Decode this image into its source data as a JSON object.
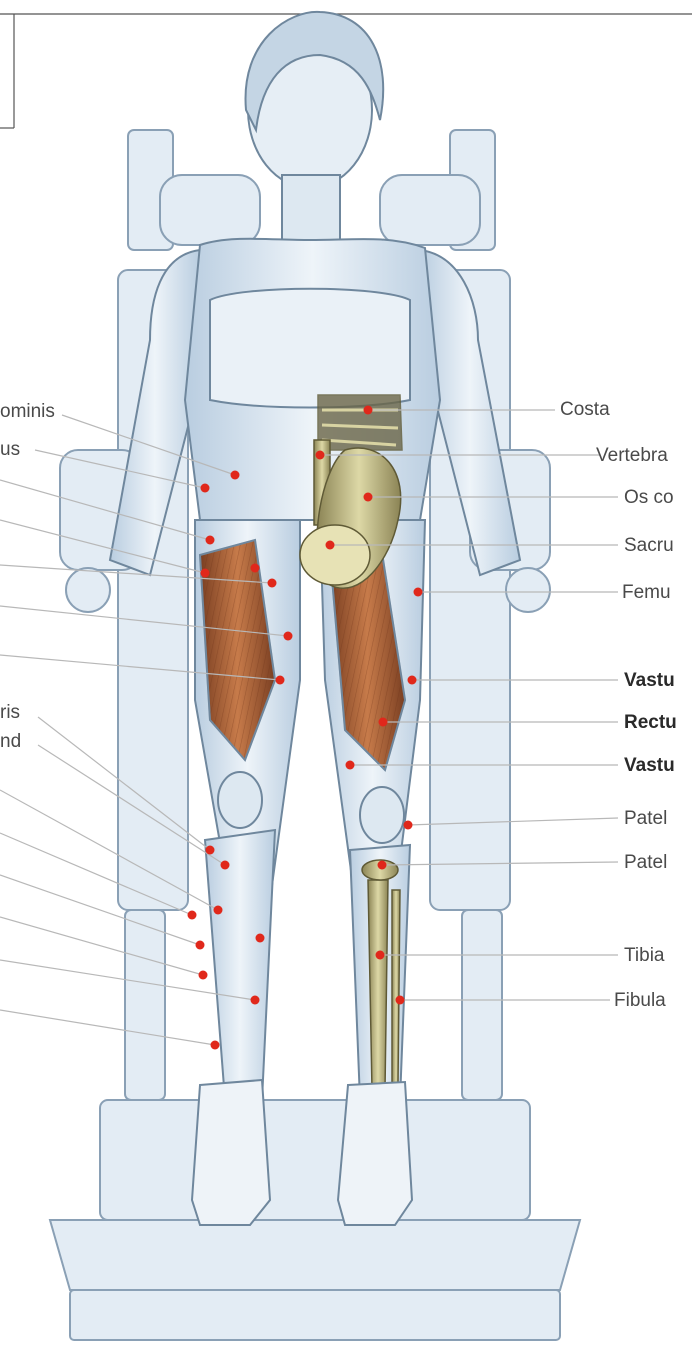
{
  "left_labels": [
    {
      "text": "ominis"
    },
    {
      "text": "us"
    },
    {
      "text": "ris"
    },
    {
      "text": "nd"
    }
  ],
  "right_labels": [
    {
      "text": "Costa",
      "bold": false
    },
    {
      "text": "Vertebra",
      "bold": false
    },
    {
      "text": "Os co",
      "bold": false
    },
    {
      "text": "Sacru",
      "bold": false
    },
    {
      "text": "Femu",
      "bold": false
    },
    {
      "text": "Vastu",
      "bold": true
    },
    {
      "text": "Rectu",
      "bold": true
    },
    {
      "text": "Vastu",
      "bold": true
    },
    {
      "text": "Patel",
      "bold": false
    },
    {
      "text": "Patel",
      "bold": false
    },
    {
      "text": "Tibia",
      "bold": false
    },
    {
      "text": "Fibula",
      "bold": false
    }
  ],
  "colors": {
    "skin": "#dde8f1",
    "skin_shade": "#b9cde0",
    "outline": "#6f879d",
    "muscle": "#b06a3e",
    "muscle_dark": "#7a3f22",
    "bone": "#c9c391",
    "bone_dark": "#8b8455",
    "leader_line": "#b8b8b8",
    "marker_dot": "#e0281b"
  }
}
